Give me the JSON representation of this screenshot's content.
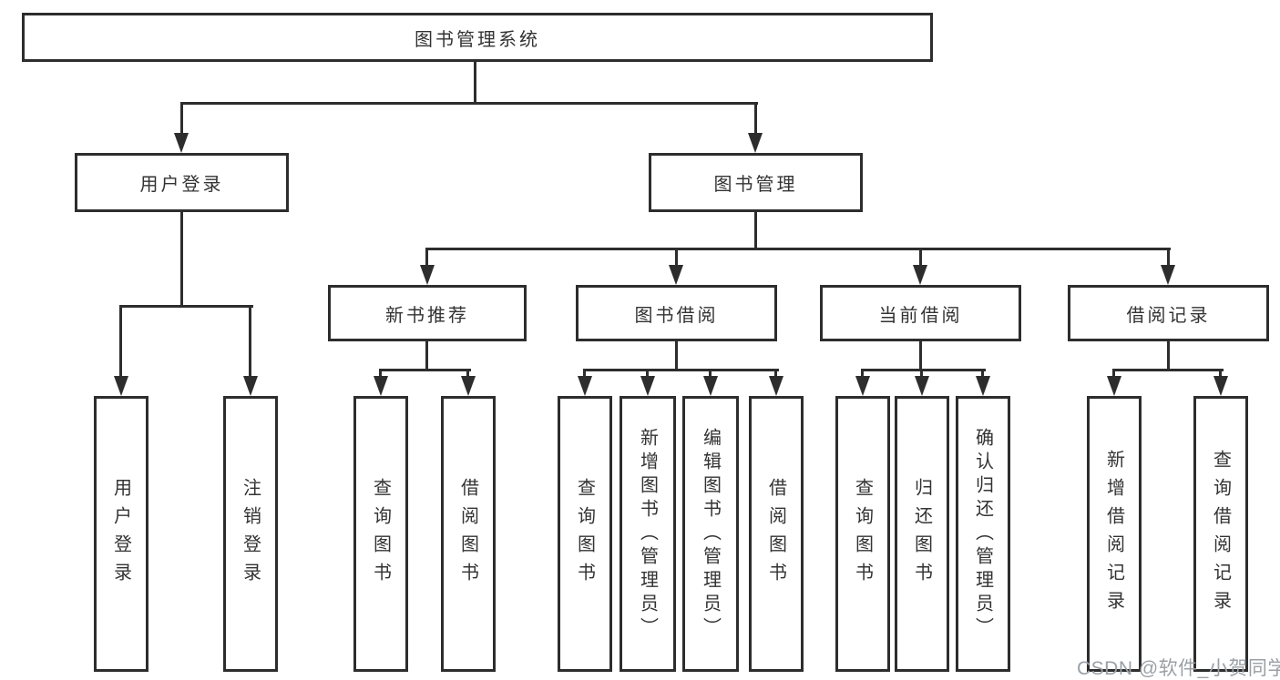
{
  "diagram": {
    "root": {
      "label": "图书管理系统"
    },
    "level2": [
      {
        "label": "用户登录"
      },
      {
        "label": "图书管理"
      }
    ],
    "level3": [
      {
        "label": "新书推荐"
      },
      {
        "label": "图书借阅"
      },
      {
        "label": "当前借阅"
      },
      {
        "label": "借阅记录"
      }
    ],
    "leaves": {
      "user": [
        "用户登录",
        "注销登录"
      ],
      "recommend": [
        "查询图书",
        "借阅图书"
      ],
      "borrow": [
        "查询图书",
        "新增图书（管理员）",
        "编辑图书（管理员）",
        "借阅图书"
      ],
      "current": [
        "查询图书",
        "归还图书",
        "确认归还（管理员）"
      ],
      "records": [
        "新增借阅记录",
        "查询借阅记录"
      ]
    }
  },
  "watermark": "CSDN @软件_小贺同学",
  "colors": {
    "line": "#2d2d2d",
    "text": "#333333",
    "watermark": "#9aa0a6",
    "background": "#ffffff"
  }
}
